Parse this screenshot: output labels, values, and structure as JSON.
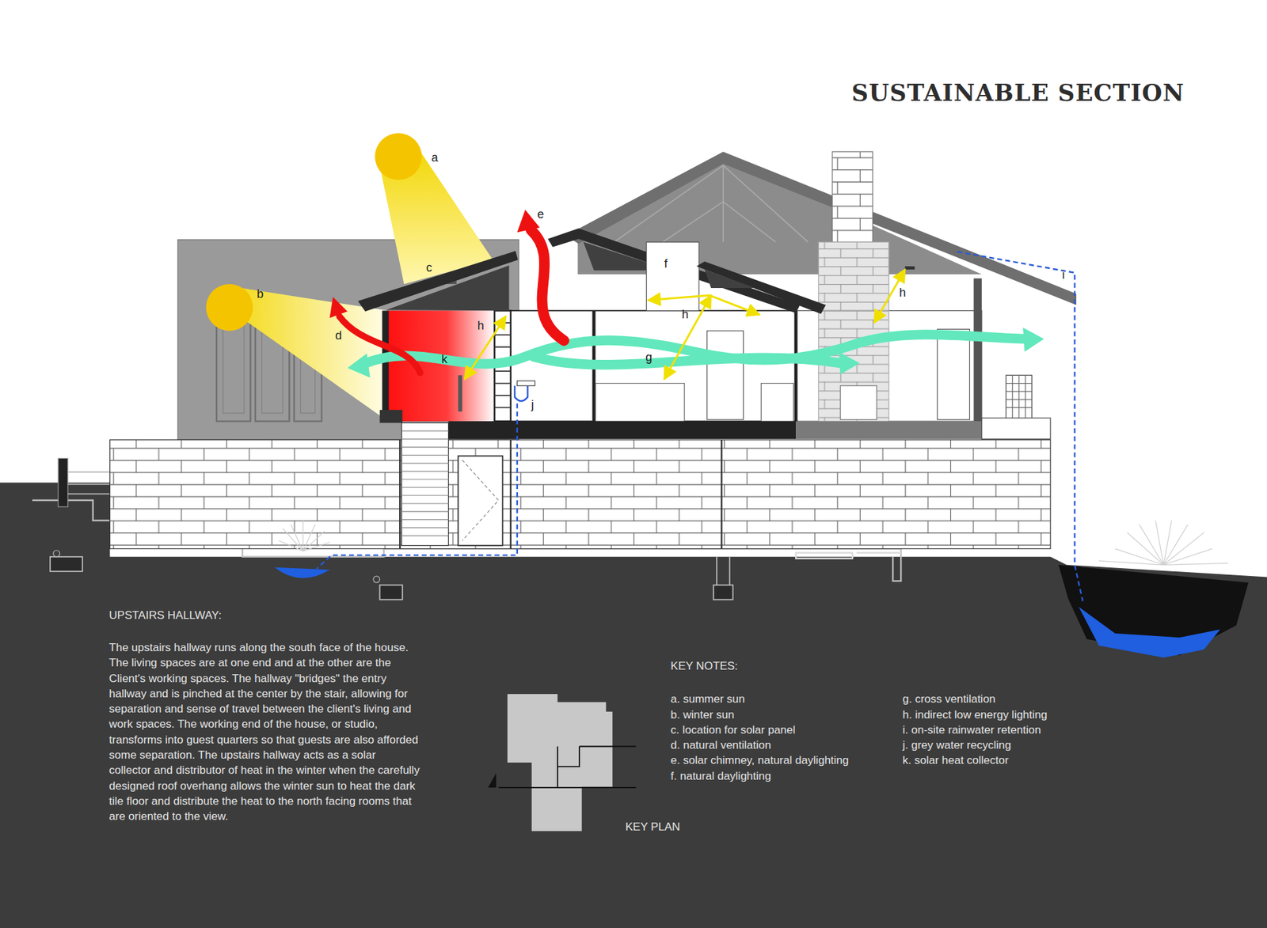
{
  "diagram": {
    "title": "SUSTAINABLE SECTION",
    "labels": [
      "a",
      "e",
      "c",
      "f",
      "b",
      "i",
      "h",
      "h",
      "h",
      "d",
      "k",
      "g",
      "j",
      "UPSTAIRS HALLWAY:",
      "The upstairs hallway runs along the south face of the house. The living spaces are at one end and at the other are the Client's working spaces. The hallway \"bridges\" the entry hallway and is pinched at the center by the stair, allowing for separation and sense of travel between the client's living and work spaces. The working end of the house, or studio, transforms into guest quarters so that guests are also afforded some separation. The upstairs hallway acts as a solar collector and distributor of heat in the winter when the carefully designed roof overhang allows the winter sun to heat the dark tile floor and distribute the heat to the north facing rooms that are oriented to the view.",
      "KEY NOTES:",
      "a. summer sun",
      "b. winter sun",
      "c. location for solar panel",
      "d. natural ventilation",
      "e. solar chimney, natural daylighting",
      "f. natural daylighting",
      "g. cross ventilation",
      "h. indirect low energy lighting",
      "i. on-site rainwater retention",
      "j. grey water recycling",
      "k. solar heat collector",
      "KEY PLAN"
    ]
  }
}
